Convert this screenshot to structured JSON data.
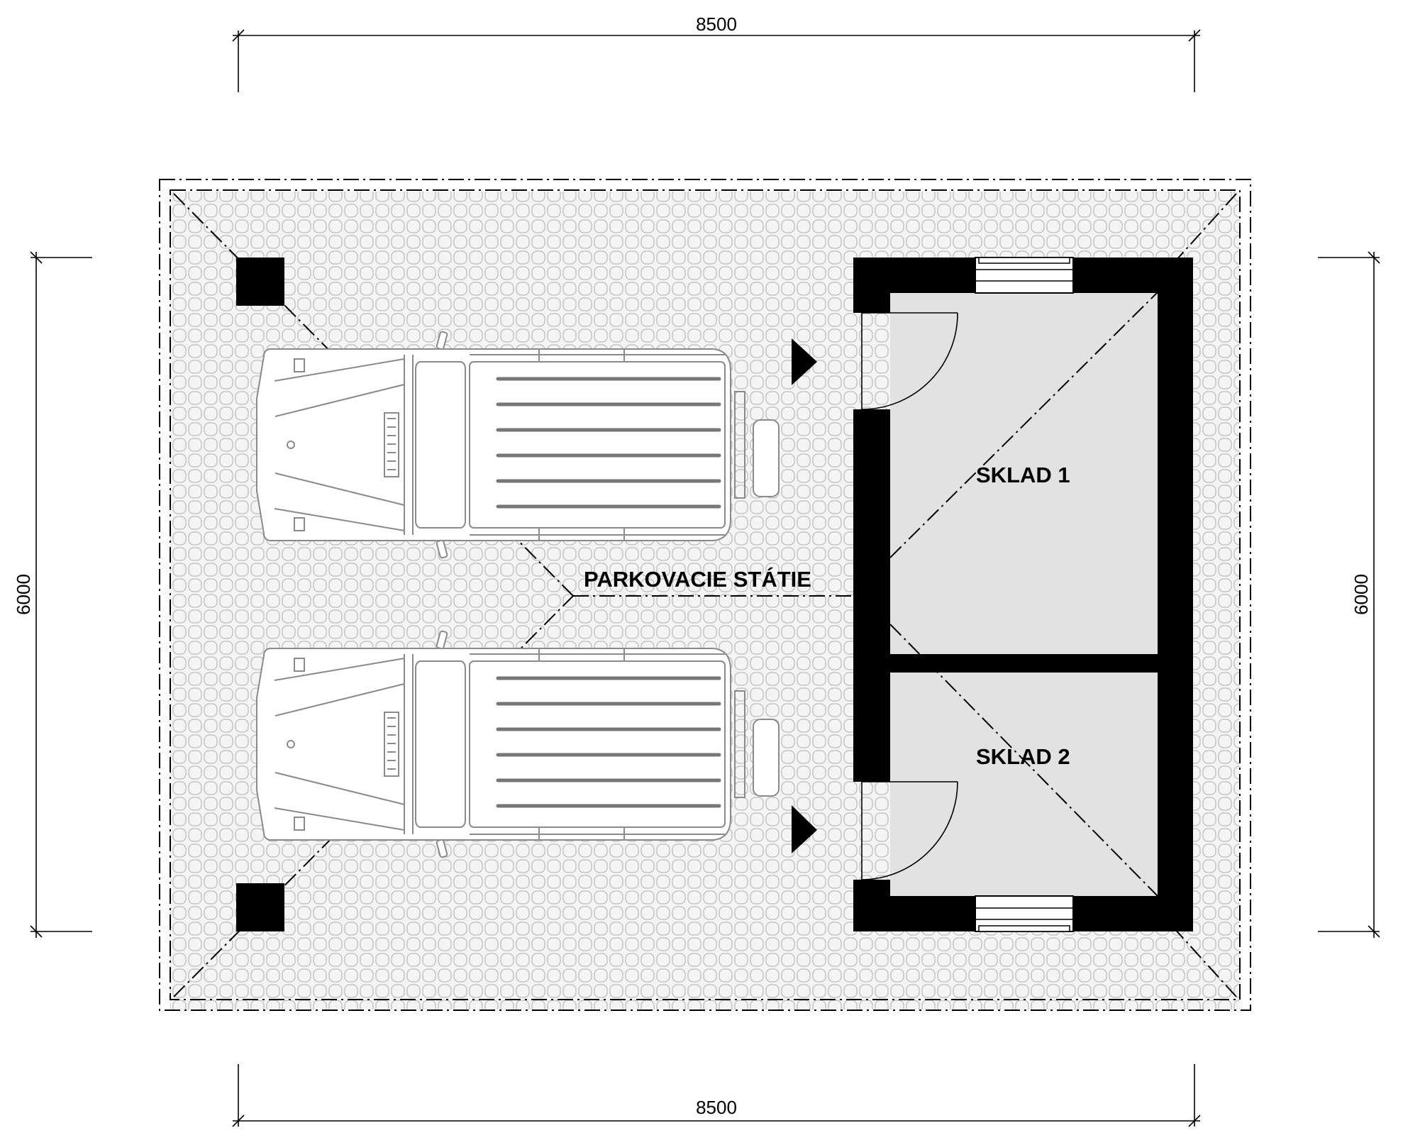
{
  "dimensions": {
    "top_width": "8500",
    "bottom_width": "8500",
    "left_height": "6000",
    "right_height": "6000"
  },
  "labels": {
    "parking": "PARKOVACIE STÁTIE",
    "storage_1": "SKLAD 1",
    "storage_2": "SKLAD 2"
  },
  "colors": {
    "walls": "#000000",
    "room_floor": "#e2e2e2",
    "paving": "#f4f4f4",
    "paving_lines": "#bdbdbd",
    "car_outline": "#8a8a8a"
  }
}
